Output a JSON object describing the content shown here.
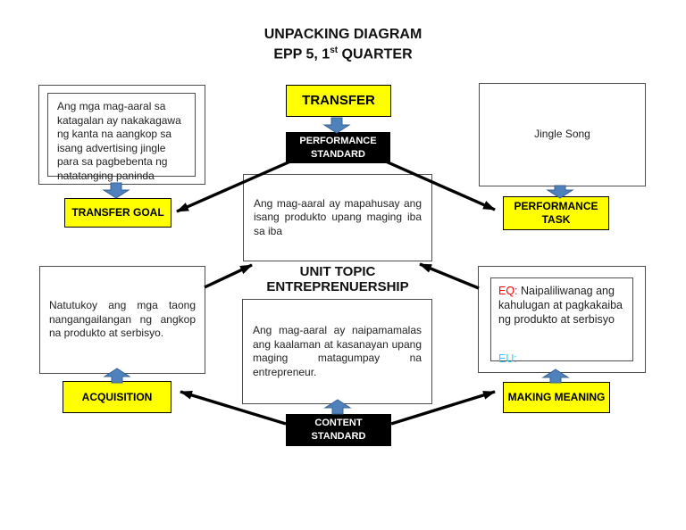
{
  "title": {
    "line1": "UNPACKING DIAGRAM",
    "line2_prefix": "EPP 5, 1",
    "line2_sup": "st",
    "line2_suffix": " QUARTER"
  },
  "colors": {
    "node_yellow": "#ffff00",
    "node_black": "#000000",
    "blue_arrow_fill": "#4f81bd",
    "blue_arrow_border": "#38618f",
    "black_arrow": "#000000",
    "eq_red": "#ff0000",
    "eu_cyan": "#33ccff"
  },
  "nodes": {
    "transfer_label": "TRANSFER",
    "performance_standard_label": "PERFORMANCE STANDARD",
    "content_standard_label": "CONTENT STANDARD",
    "transfer_goal_label": "TRANSFER GOAL",
    "performance_task_label": "PERFORMANCE TASK",
    "acquisition_label": "ACQUISITION",
    "making_meaning_label": "MAKING MEANING",
    "unit_topic_line1": "UNIT TOPIC",
    "unit_topic_line2": "ENTREPRENUERSHIP",
    "transfer_goal_text": "Ang mga mag-aaral sa katagalan ay nakakagawa ng kanta na aangkop sa isang advertising jingle para sa pagbebenta ng natatanging paninda",
    "performance_task_text": "Jingle Song",
    "performance_standard_text": "Ang mag-aaral ay mapahusay ang isang produkto upang maging iba sa iba",
    "content_standard_text": "Ang mag-aaral ay naipamamalas ang kaalaman at kasanayan upang maging matagumpay na entrepreneur.",
    "acquisition_text": "Natutukoy ang mga taong nangangailangan ng angkop na produkto at serbisyo.",
    "making_meaning": {
      "eq_label": "EQ:",
      "eq_text": " Naipaliliwanag ang kahulugan at pagkakaiba ng produkto at serbisyo",
      "eu_label": "EU:"
    }
  }
}
